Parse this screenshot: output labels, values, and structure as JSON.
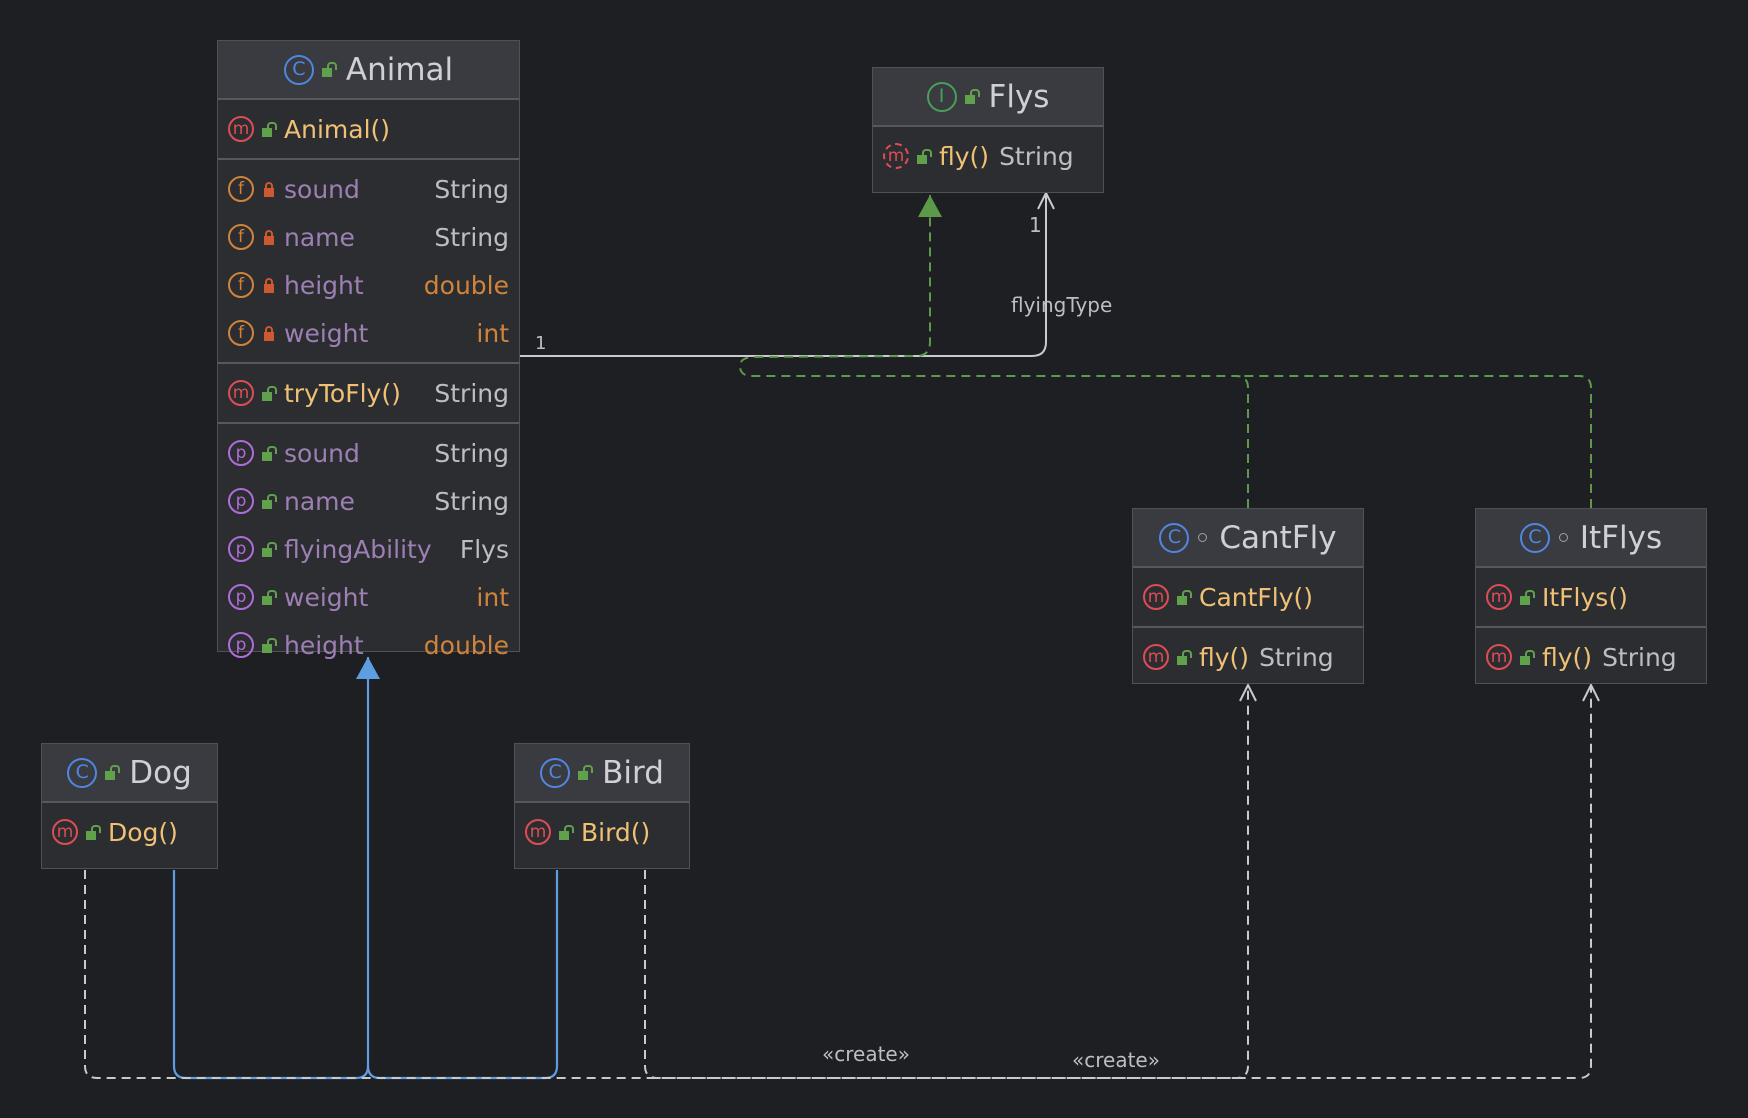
{
  "classes": {
    "animal": {
      "name": "Animal",
      "constructor": "Animal()",
      "fields": [
        {
          "name": "sound",
          "type": "String"
        },
        {
          "name": "name",
          "type": "String"
        },
        {
          "name": "height",
          "type": "double"
        },
        {
          "name": "weight",
          "type": "int"
        }
      ],
      "method": {
        "name": "tryToFly()",
        "type": "String"
      },
      "properties": [
        {
          "name": "sound",
          "type": "String"
        },
        {
          "name": "name",
          "type": "String"
        },
        {
          "name": "flyingAbility",
          "type": "Flys"
        },
        {
          "name": "weight",
          "type": "int"
        },
        {
          "name": "height",
          "type": "double"
        }
      ]
    },
    "flys": {
      "name": "Flys",
      "method": {
        "name": "fly()",
        "type": "String"
      }
    },
    "cantfly": {
      "name": "CantFly",
      "constructor": "CantFly()",
      "method": {
        "name": "fly()",
        "type": "String"
      }
    },
    "itflys": {
      "name": "ItFlys",
      "constructor": "ItFlys()",
      "method": {
        "name": "fly()",
        "type": "String"
      }
    },
    "dog": {
      "name": "Dog",
      "constructor": "Dog()"
    },
    "bird": {
      "name": "Bird",
      "constructor": "Bird()"
    }
  },
  "badges": {
    "class": "C",
    "interface": "I",
    "method": "m",
    "field": "f",
    "property": "p"
  },
  "edges": {
    "association": {
      "label": "flyingType",
      "source_mult": "1",
      "target_mult": "1"
    },
    "create_1": "«create»",
    "create_2": "«create»"
  },
  "colors": {
    "background": "#1e1f22",
    "inheritance": "#5d9de0",
    "realization": "#5c9a4a",
    "dependency": "#c8cacf",
    "association": "#c8cacf"
  }
}
